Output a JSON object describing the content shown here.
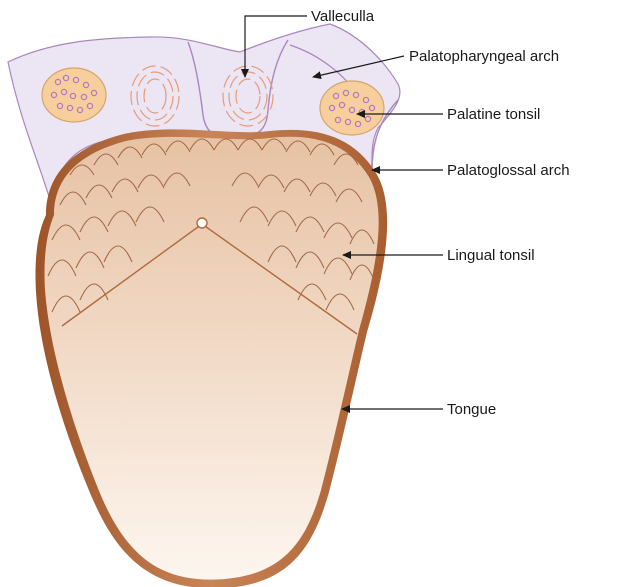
{
  "labels": {
    "vallecula": "Valleculla",
    "palatopharyngeal_arch": "Palatopharyngeal arch",
    "palatine_tonsil": "Palatine tonsil",
    "palatoglossal_arch": "Palatoglossal arch",
    "lingual_tonsil": "Lingual tonsil",
    "tongue": "Tongue"
  },
  "colors": {
    "pharynx_fill": "#ece6f4",
    "pharynx_stroke": "#a887bd",
    "tonsil_fill": "#f7cf9c",
    "tonsil_dot": "#b07ac4",
    "tongue_fill_top": "#e9c8ad",
    "tongue_fill_bottom": "#fdf5ee",
    "tongue_edge": "#b9693a",
    "papillae_stroke": "#a26a48",
    "vallecula_rings": "#e79a7a",
    "arrow": "#1a1a1a"
  }
}
